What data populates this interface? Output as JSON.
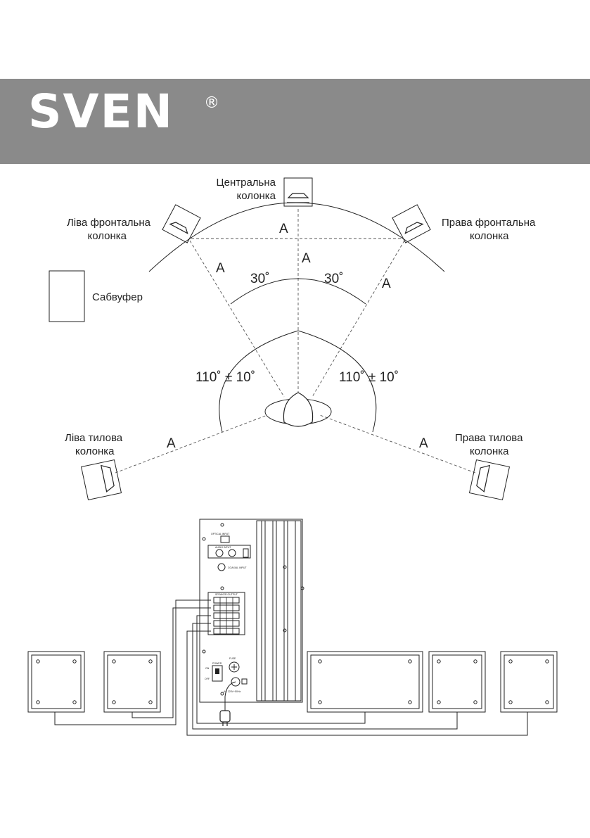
{
  "brand": {
    "name": "SVEN",
    "registered": "®"
  },
  "layout_diagram": {
    "labels": {
      "center": [
        "Центральна",
        "колонка"
      ],
      "front_left": [
        "Ліва фронтальна",
        "колонка"
      ],
      "front_right": [
        "Права фронтальна",
        "колонка"
      ],
      "subwoofer": "Сабвуфер",
      "rear_left": [
        "Ліва тилова",
        "колонка"
      ],
      "rear_right": [
        "Права тилова",
        "колонка"
      ]
    },
    "distance_label": "A",
    "front_angle": "30˚",
    "rear_angle": "110˚ ± 10˚"
  },
  "panel": {
    "texts": [
      "OPTICAL INPUT",
      "COAXIAL INPUT",
      "POWER",
      "ON",
      "OFF",
      "FUSE",
      "AC 220V~50Hz",
      "AUDIO INPUT",
      "SPEAKER OUTPUT"
    ]
  }
}
